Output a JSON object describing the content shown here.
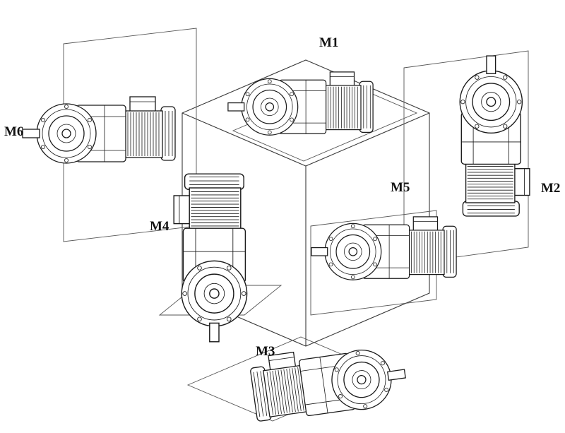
{
  "diagram": {
    "background": "#ffffff",
    "line_color": "#1a1a1a",
    "subject": "gearmotor-mounting-positions",
    "motors": [
      {
        "id": "m1",
        "label": "M1"
      },
      {
        "id": "m2",
        "label": "M2"
      },
      {
        "id": "m3",
        "label": "M3"
      },
      {
        "id": "m4",
        "label": "M4"
      },
      {
        "id": "m5",
        "label": "M5"
      },
      {
        "id": "m6",
        "label": "M6"
      }
    ]
  }
}
